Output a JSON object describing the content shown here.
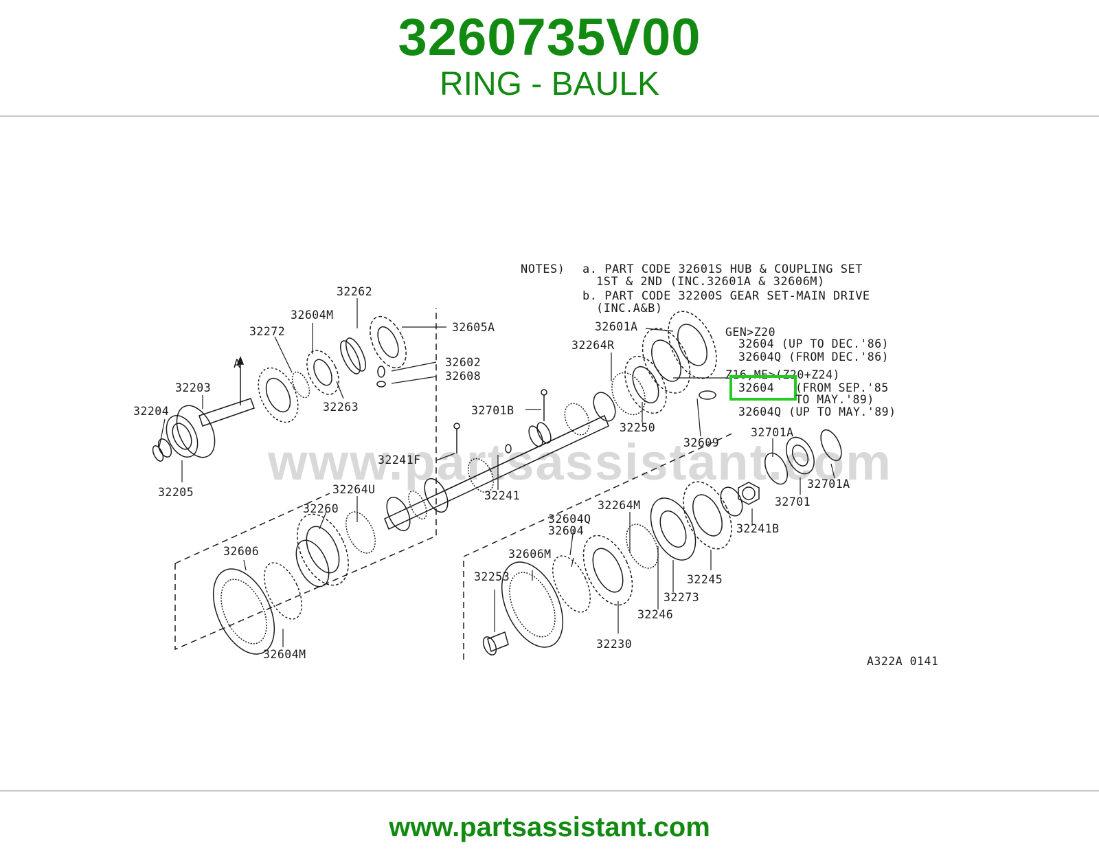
{
  "header": {
    "part_number": "3260735V00",
    "part_name": "RING - BAULK"
  },
  "diagram": {
    "watermark": "www.partsassistant.com",
    "figure_code": "A322A 0141",
    "notes": {
      "label": "NOTES)",
      "a1": "a. PART CODE 32601S HUB & COUPLING SET",
      "a2": "1ST & 2ND (INC.32601A & 32606M)",
      "b1": "b. PART CODE 32200S GEAR SET-MAIN DRIVE",
      "b2": "(INC.A&B)"
    },
    "applicability": {
      "gen": "GEN>Z20",
      "l1": "32604   (UP TO DEC.'86)",
      "l2": "32604Q (FROM DEC.'86)",
      "z16": "Z16,ME>(Z20+Z24)",
      "highlight": "32604",
      "l3a": "(FROM SEP.'85",
      "l3b": "TO MAY.'89)",
      "l4": "32604Q (UP TO MAY.'89)"
    },
    "letters": {
      "a": "A"
    },
    "callouts": {
      "c32262": "32262",
      "c32604M_top": "32604M",
      "c32605A": "32605A",
      "c32272": "32272",
      "c32602": "32602",
      "c32608": "32608",
      "c32263": "32263",
      "c32203": "32203",
      "c32204": "32204",
      "c32205": "32205",
      "c32601A": "32601A",
      "c32264R": "32264R",
      "c32250": "32250",
      "c32609": "32609",
      "c32701B": "32701B",
      "c32241F": "32241F",
      "c32241": "32241",
      "c32264U": "32264U",
      "c32260": "32260",
      "c32606": "32606",
      "c32604M_bot": "32604M",
      "c32701A_1": "32701A",
      "c32701A_2": "32701A",
      "c32701": "32701",
      "c32241B": "32241B",
      "c32264M": "32264M",
      "c32604Q": "32604Q",
      "c32604_mid": "32604",
      "c32606M": "32606M",
      "c32253": "32253",
      "c32230": "32230",
      "c32246": "32246",
      "c32273": "32273",
      "c32245": "32245"
    },
    "colors": {
      "highlight": "#22cc22",
      "brand": "#128a12",
      "line": "#1a1a1a"
    }
  },
  "footer": {
    "url": "www.partsassistant.com"
  }
}
